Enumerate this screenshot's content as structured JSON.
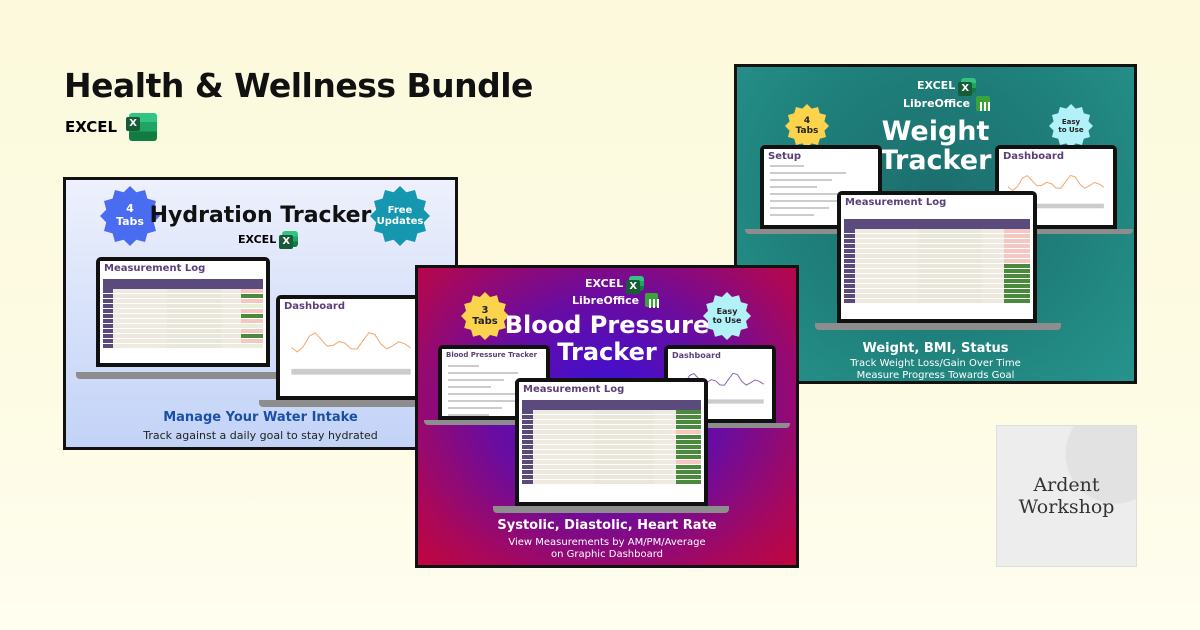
{
  "header": {
    "title": "Health & Wellness Bundle",
    "excel_label": "EXCEL"
  },
  "hydration": {
    "title": "Hydration Tracker",
    "excel_label": "EXCEL",
    "badge_left": {
      "line1": "4",
      "line2": "Tabs",
      "color": "#4a6cf0"
    },
    "badge_right": {
      "line1": "Free",
      "line2": "Updates",
      "color": "#1597b0"
    },
    "screen_left_title": "Measurement Log",
    "screen_right_title": "Dashboard",
    "tagline": "Manage Your Water Intake",
    "subline": "Track against a daily goal to stay hydrated",
    "accent": "#1a4fa8"
  },
  "blood_pressure": {
    "excel_label": "EXCEL",
    "libre_label": "LibreOffice",
    "title_line1": "Blood Pressure",
    "title_line2": "Tracker",
    "badge_left": {
      "line1": "3",
      "line2": "Tabs",
      "color": "#fcd34d"
    },
    "badge_right": {
      "line1": "Easy",
      "line2": "to Use",
      "color": "#b3f1f8"
    },
    "screen_left_title": "Blood Pressure Tracker",
    "screen_center_title": "Measurement Log",
    "screen_right_title": "Dashboard",
    "tagline": "Systolic, Diastolic, Heart Rate",
    "subline1": "View Measurements by AM/PM/Average",
    "subline2": "on Graphic Dashboard"
  },
  "weight": {
    "excel_label": "EXCEL",
    "libre_label": "LibreOffice",
    "title_line1": "Weight",
    "title_line2": "Tracker",
    "badge_left": {
      "line1": "4",
      "line2": "Tabs",
      "color": "#fcd34d"
    },
    "badge_right": {
      "line1": "Easy",
      "line2": "to Use",
      "color": "#b3f1f8"
    },
    "screen_left_title": "Setup",
    "screen_center_title": "Measurement Log",
    "screen_right_title": "Dashboard",
    "tagline": "Weight, BMI, Status",
    "subline1": "Track Weight Loss/Gain Over Time",
    "subline2": "Measure Progress Towards Goal"
  },
  "logo": {
    "line1": "Ardent",
    "line2": "Workshop"
  }
}
